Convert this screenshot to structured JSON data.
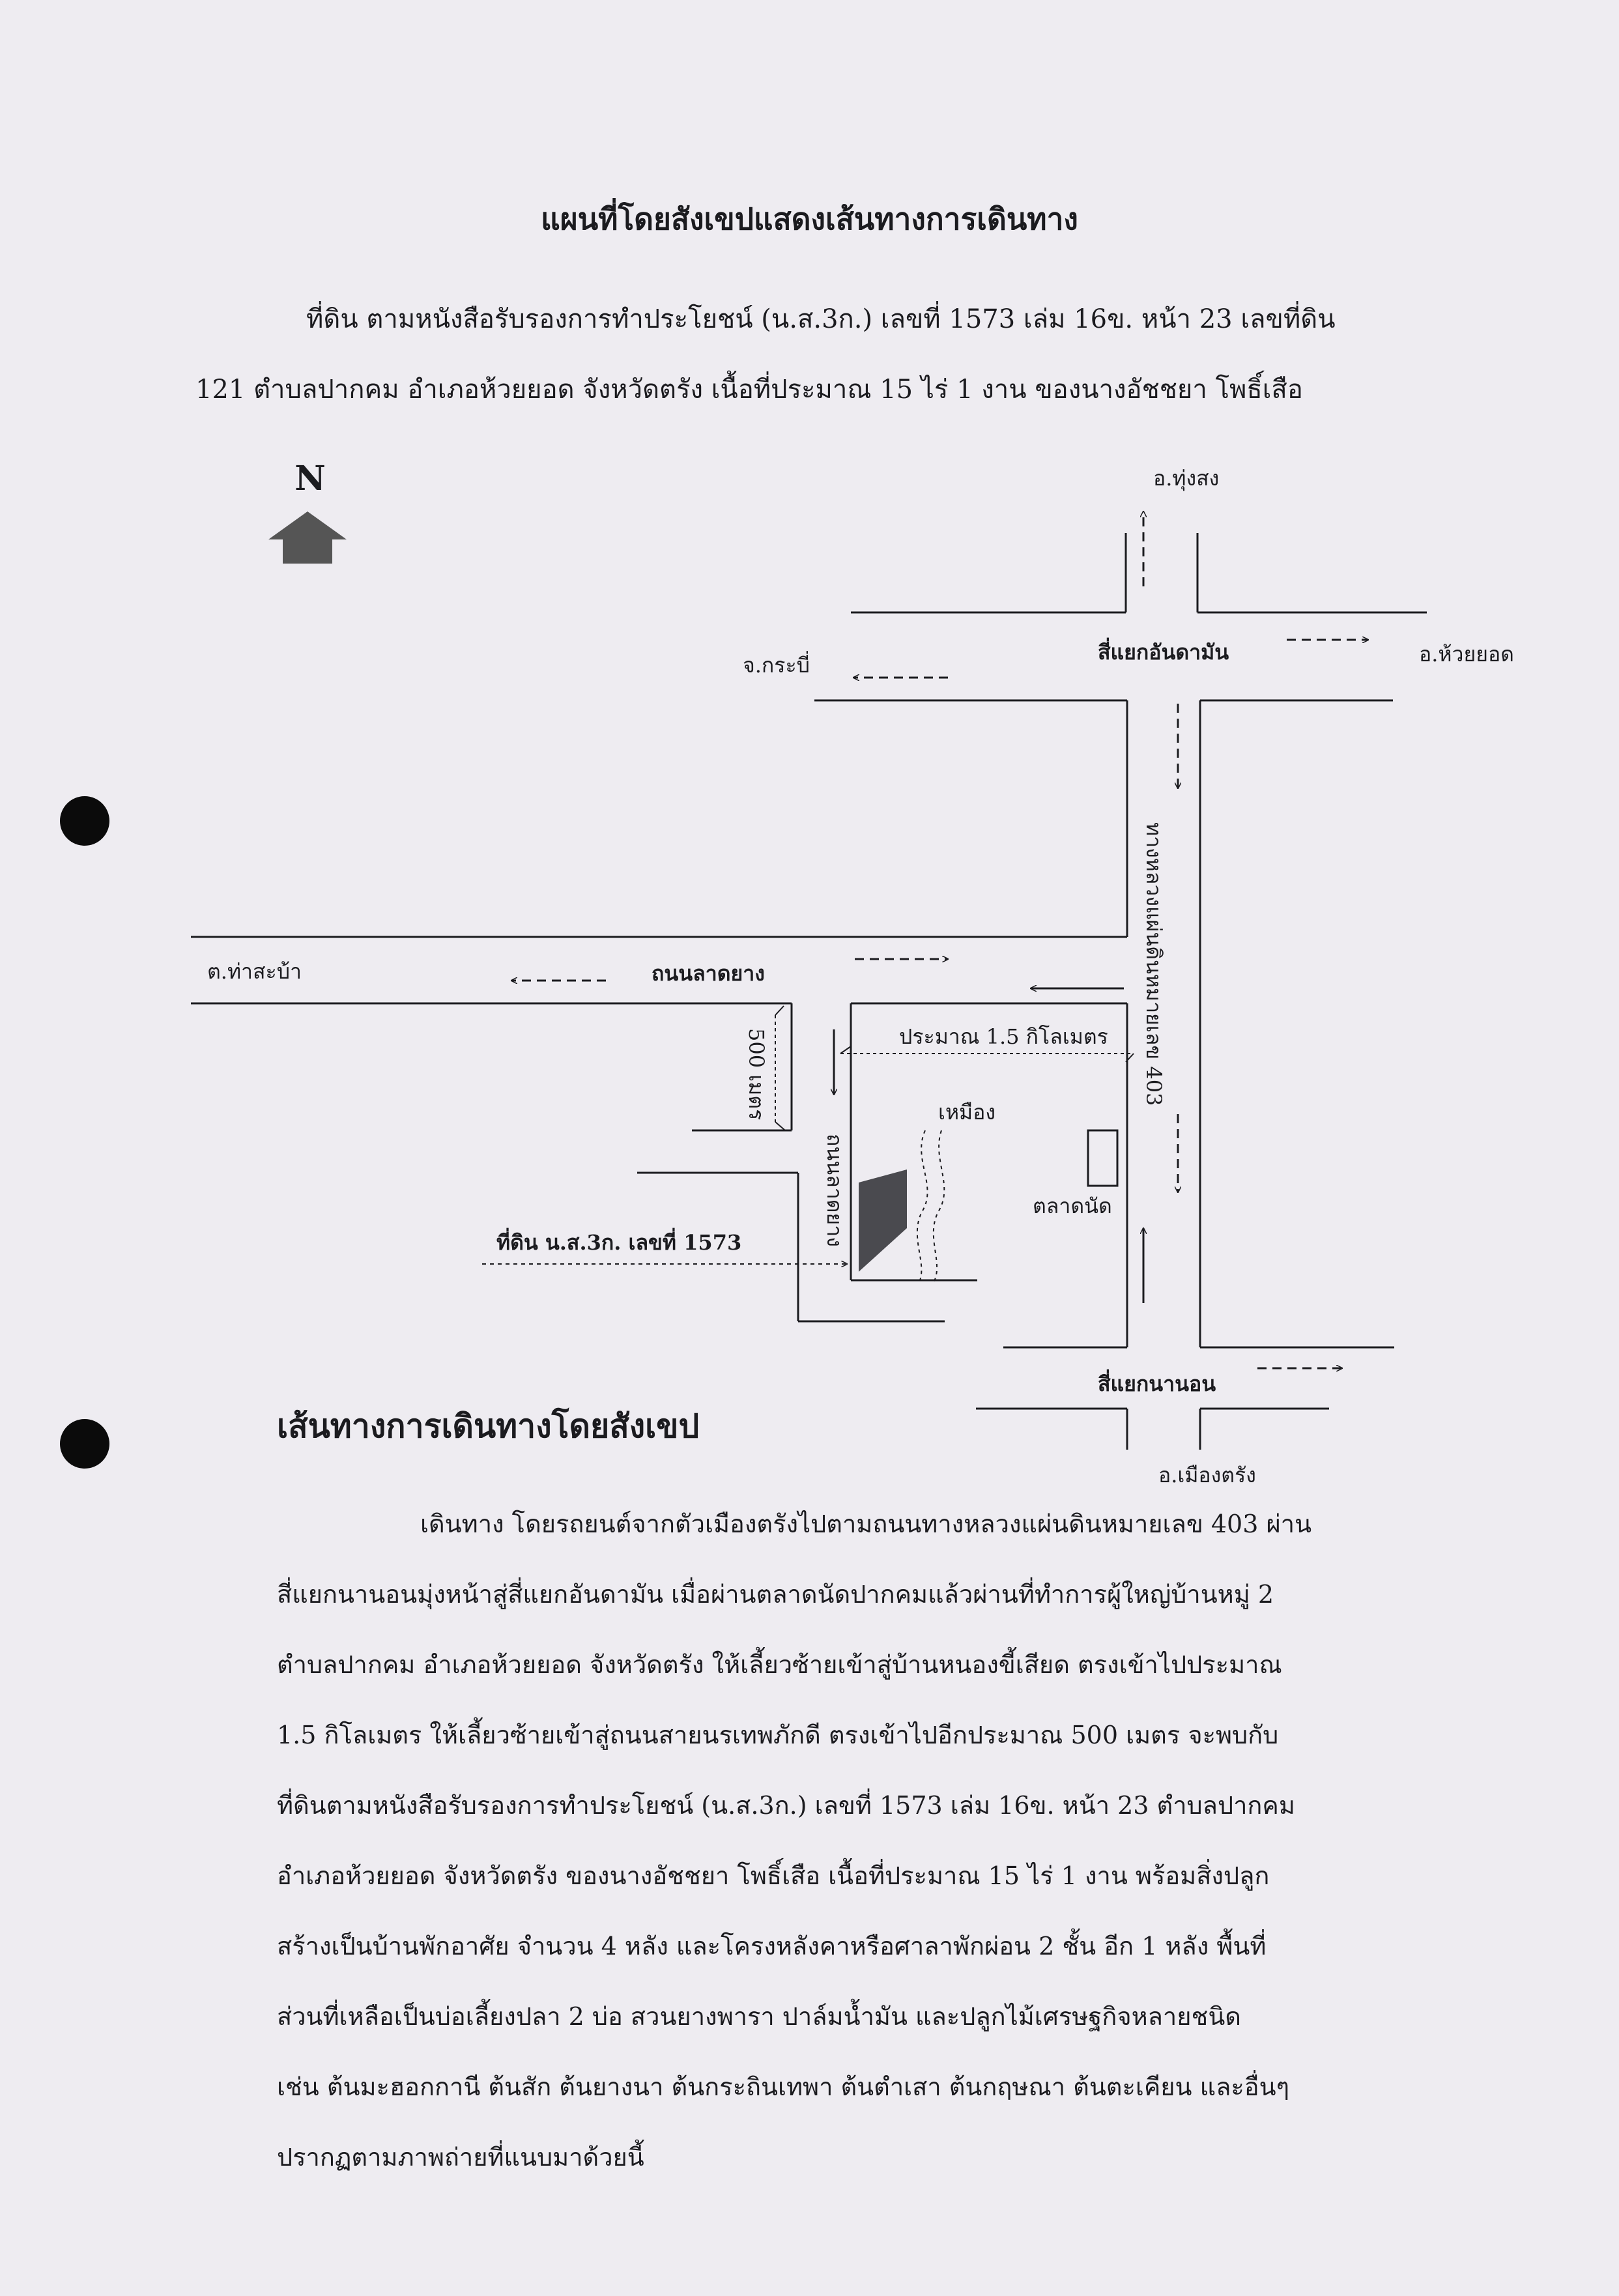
{
  "document": {
    "title": "แผนที่โดยสังเขปแสดงเส้นทางการเดินทาง",
    "intro_lines": [
      "ที่ดิน ตามหนังสือรับรองการทำประโยชน์ (น.ส.3ก.) เลขที่ 1573 เล่ม 16ข. หน้า 23 เลขที่ดิน",
      "121 ตำบลปากคม อำเภอห้วยยอด จังหวัดตรัง เนื้อที่ประมาณ 15 ไร่ 1 งาน ของนางอัชชยา  โพธิ์เสือ"
    ],
    "route_heading": "เส้นทางการเดินทางโดยสังเขป",
    "body_lines": [
      "เดินทาง โดยรถยนต์จากตัวเมืองตรังไปตามถนนทางหลวงแผ่นดินหมายเลข 403 ผ่าน",
      "สี่แยกนานอนมุ่งหน้าสู่สี่แยกอันดามัน เมื่อผ่านตลาดนัดปากคมแล้วผ่านที่ทำการผู้ใหญ่บ้านหมู่ 2",
      "ตำบลปากคม อำเภอห้วยยอด จังหวัดตรัง ให้เลี้ยวซ้ายเข้าสู่บ้านหนองขี้เสียด ตรงเข้าไปประมาณ",
      "1.5  กิโลเมตร  ให้เลี้ยวซ้ายเข้าสู่ถนนสายนรเทพภักดี ตรงเข้าไปอีกประมาณ 500 เมตร จะพบกับ",
      "ที่ดินตามหนังสือรับรองการทำประโยชน์ (น.ส.3ก.) เลขที่ 1573 เล่ม 16ข. หน้า 23  ตำบลปากคม",
      "อำเภอห้วยยอด จังหวัดตรัง ของนางอัชชยา  โพธิ์เสือ  เนื้อที่ประมาณ 15 ไร่ 1 งาน พร้อมสิ่งปลูก",
      "สร้างเป็นบ้านพักอาศัย จำนวน 4 หลัง และโครงหลังคาหรือศาลาพักผ่อน 2 ชั้น อีก 1  หลัง พื้นที่",
      "ส่วนที่เหลือเป็นบ่อเลี้ยงปลา 2   บ่อ สวนยางพารา ปาล์มน้ำมัน และปลูกไม้เศรษฐกิจหลายชนิด",
      "เช่น ต้นมะฮอกกานี ต้นสัก ต้นยางนา ต้นกระถินเทพา ต้นตำเสา ต้นกฤษณา ต้นตะเคียน และอื่นๆ",
      "ปรากฏตามภาพถ่ายที่แนบมาด้วยนี้"
    ]
  },
  "map": {
    "north_label": "N",
    "to_thung_song": "อ.ทุ่งสง",
    "to_krabi": "จ.กระบี่",
    "andaman_junction": "สี่แยกอันดามัน",
    "to_huai_yot": "อ.ห้วยยอด",
    "highway_label": "ทางหลวงแผ่นดินหมายเลข 403",
    "to_tha_sa_ba": "ต.ท่าสะบ้า",
    "laterite_road_top": "ถนนลาดยาง",
    "distance_1_5km": "ประมาณ 1.5 กิโลเมตร",
    "distance_500m": "500 เมตร",
    "mueang_label": "เหมือง",
    "laterite_road_side": "ถนนลาดยาง",
    "market_label": "ตลาดนัด",
    "parcel_label": "ที่ดิน น.ส.3ก. เลขที่ 1573",
    "nanon_junction": "สี่แยกนานอน",
    "to_mueang_trang": "อ.เมืองตรัง"
  },
  "colors": {
    "paper": "#eeecf1",
    "ink": "#1b1b1f",
    "north_arrow": "#555555",
    "parcel_fill": "#4a4a4f"
  }
}
